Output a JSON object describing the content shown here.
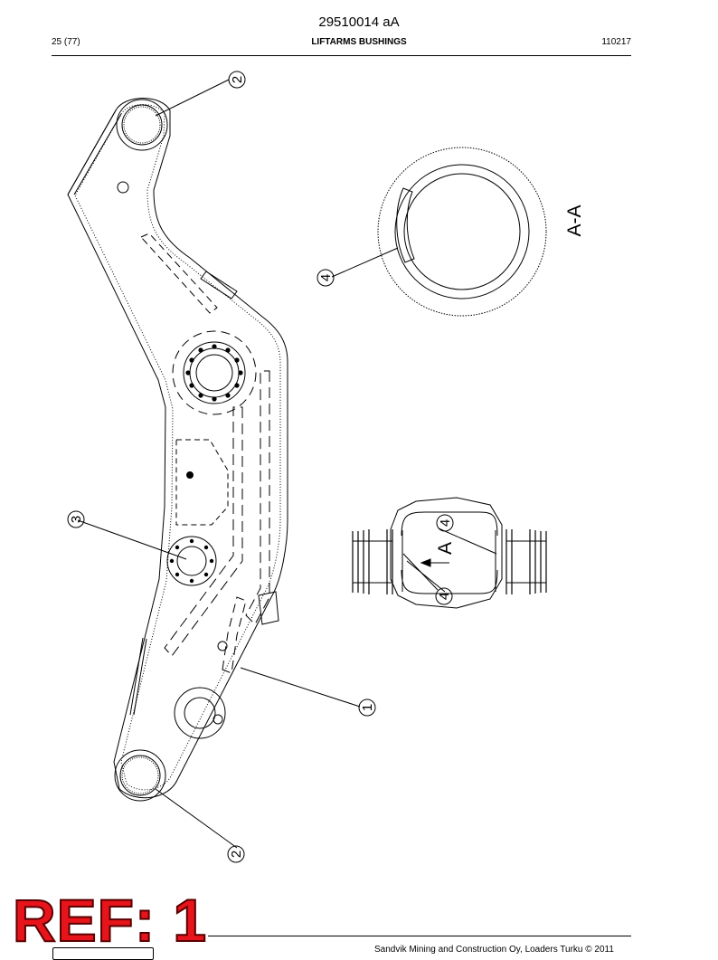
{
  "header": {
    "doc_number": "29510014 aA",
    "page_count": "25 (77)",
    "title": "LIFTARMS BUSHINGS",
    "date": "110217"
  },
  "drawing": {
    "callouts": [
      "2",
      "3",
      "1",
      "2",
      "4",
      "4",
      "4"
    ],
    "view_arrow_label": "A",
    "section_label": "A-A"
  },
  "footer": {
    "ref_stamp": "REF: 1",
    "copyright": "Sandvik Mining and Construction Oy, Loaders Turku © 2011"
  },
  "colors": {
    "ink": "#000000",
    "stamp": "#e8141b"
  }
}
